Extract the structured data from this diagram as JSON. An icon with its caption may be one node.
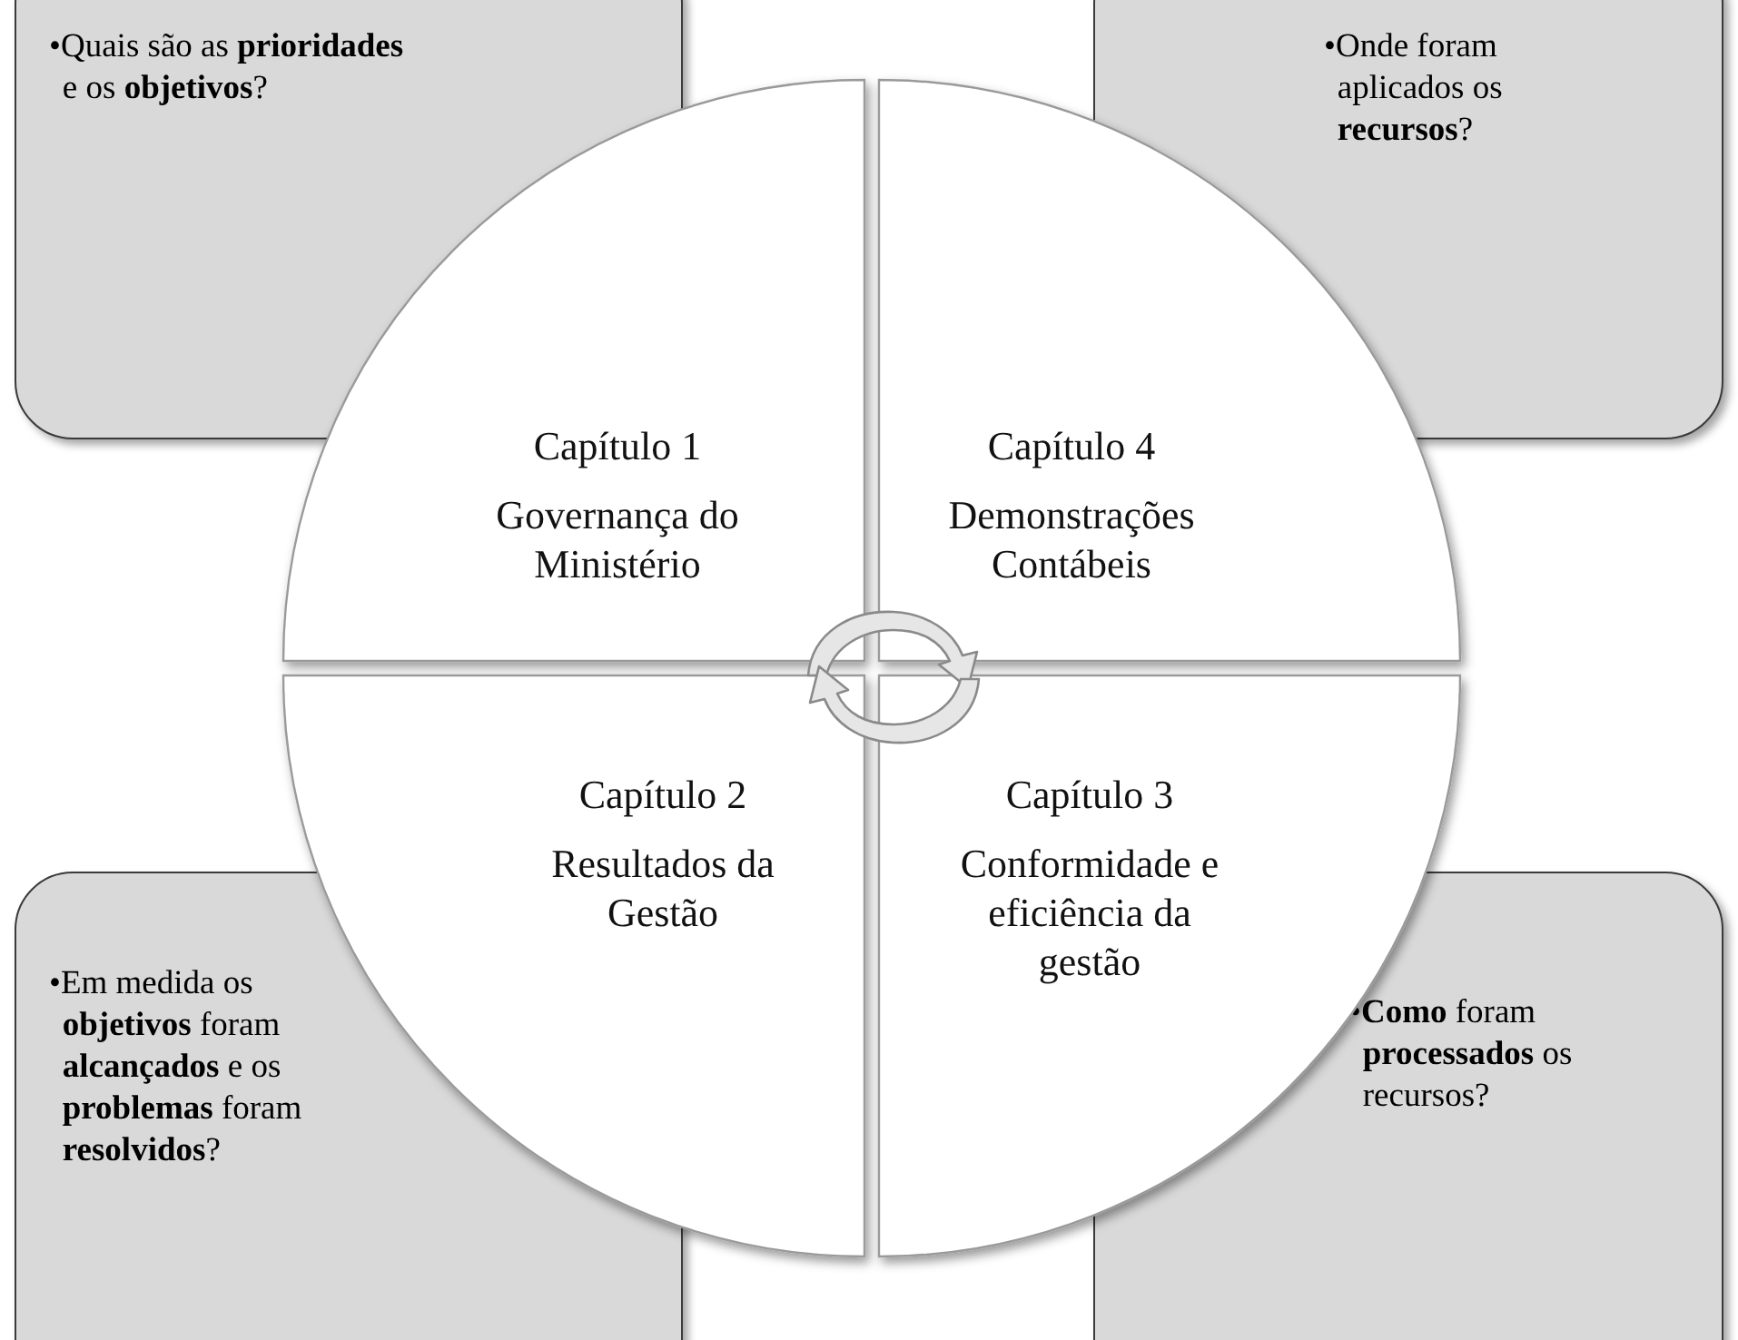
{
  "diagram": {
    "nodes": [
      {
        "text": [
          "•Quais são as **prioridades** e os **objetivos**?"
        ]
      },
      {
        "text": [
          "•Onde foram aplicados os **recursos**?"
        ]
      },
      {
        "text": [
          "Capítulo 1",
          "Governança do Ministério"
        ]
      },
      {
        "text": [
          "Capítulo 4",
          "Demonstrações Contábeis"
        ]
      },
      {
        "text": [
          "Capítulo 2",
          "Resultados da Gestão"
        ]
      },
      {
        "text": [
          "Capítulo 3",
          "Conformidade e eficiência da gestão"
        ]
      },
      {
        "text": [
          "•Em medida os **objetivos** foram **alcançados** e os **problemas** foram **resolvidos**?"
        ]
      },
      {
        "text": [
          "•**Como** foram **processados** os recursos?"
        ]
      }
    ]
  }
}
